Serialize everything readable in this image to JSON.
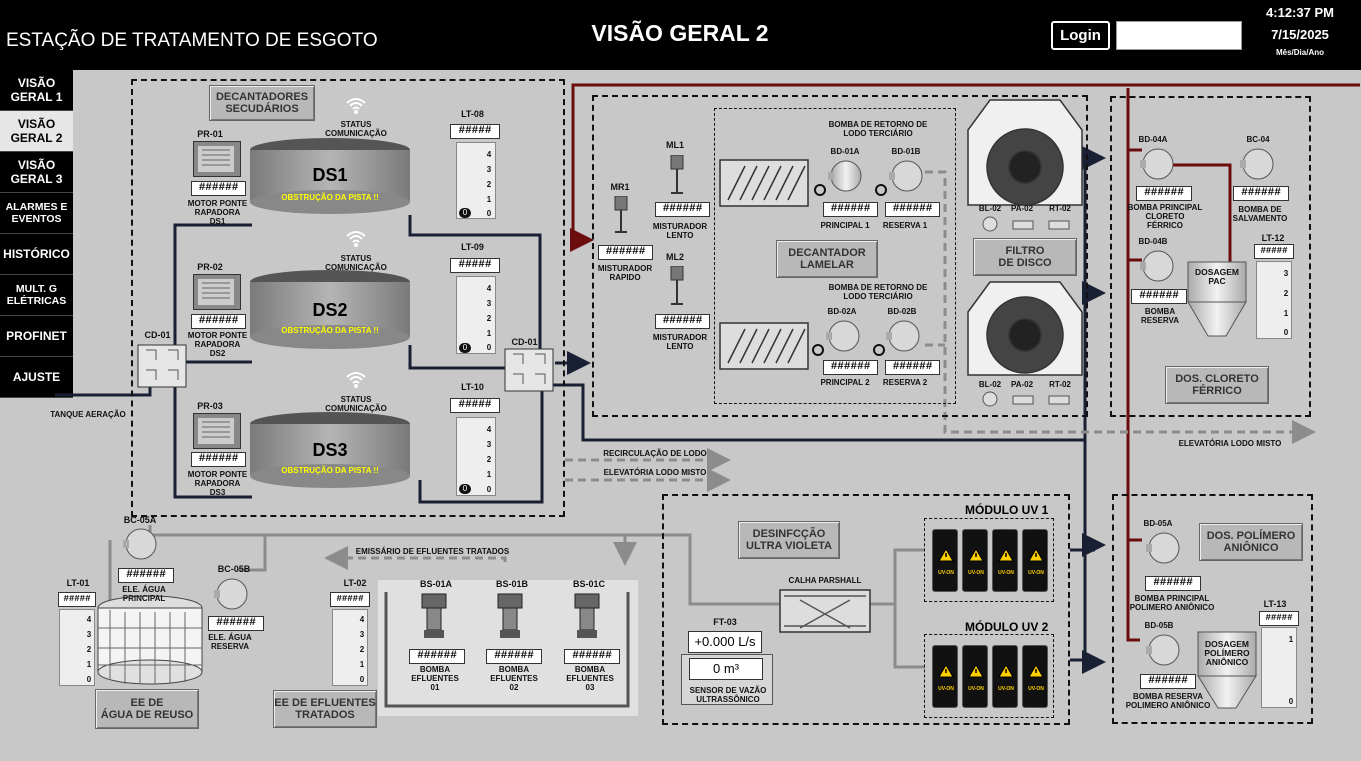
{
  "header": {
    "plant_title": "ESTAÇÃO DE TRATAMENTO DE ESGOTO",
    "screen_title": "VISÃO GERAL 2",
    "login_label": "Login",
    "time": "4:12:37 PM",
    "date": "7/15/2025",
    "date_format": "Mês/Dia/Ano"
  },
  "nav": {
    "items": [
      {
        "label": "VISÃO\nGERAL 1"
      },
      {
        "label": "VISÃO\nGERAL 2"
      },
      {
        "label": "VISÃO\nGERAL 3"
      },
      {
        "label": "ALARMES E\nEVENTOS"
      },
      {
        "label": "HISTÓRICO"
      },
      {
        "label": "MULT. G\nELÉTRICAS"
      },
      {
        "label": "PROFINET"
      },
      {
        "label": "AJUSTE"
      }
    ]
  },
  "colors": {
    "pipe_dark": "#1a2033",
    "pipe_red": "#6b0d0d",
    "pipe_gray": "#8c8c8c",
    "alarm_yellow": "#ffff00"
  },
  "placeholder": "######",
  "decanters": {
    "section_label": "DECANTADORES\nSECUDÁRIOS",
    "items": [
      {
        "name": "DS1",
        "alarm": "OBSTRUÇÃO DA PISTA !!",
        "status": "STATUS\nCOMUNICAÇÃO",
        "motor_tag": "PR-01",
        "motor_label": "MOTOR PONTE\nRAPADORA\nDS1",
        "level_tag": "LT-08",
        "level_value": "#####",
        "scale": [
          "4",
          "3",
          "2",
          "1",
          "0"
        ]
      },
      {
        "name": "DS2",
        "alarm": "OBSTRUÇÃO DA PISTA !!",
        "status": "STATUS\nCOMUNICAÇÃO",
        "motor_tag": "PR-02",
        "motor_label": "MOTOR PONTE\nRAPADORA\nDS2",
        "level_tag": "LT-09",
        "level_value": "#####",
        "scale": [
          "4",
          "3",
          "2",
          "1",
          "0"
        ]
      },
      {
        "name": "DS3",
        "alarm": "OBSTRUÇÃO DA PISTA !!",
        "status": "STATUS\nCOMUNICAÇÃO",
        "motor_tag": "PR-03",
        "motor_label": "MOTOR PONTE\nRAPADORA\nDS3",
        "level_tag": "LT-10",
        "level_value": "#####",
        "scale": [
          "4",
          "3",
          "2",
          "1",
          "0"
        ]
      }
    ],
    "cd_left": "CD-01",
    "cd_right": "CD-01",
    "tank_aeration": "TANQUE AERAÇÃO",
    "recirc": "RECIRCULAÇÃO DE LODO",
    "mixed": "ELEVATÓRIA LODO MISTO"
  },
  "tertiary": {
    "mr1": "MR1",
    "mr1_label": "MISTURADOR\nRAPIDO",
    "ml1": "ML1",
    "ml1_label": "MISTURADOR\nLENTO",
    "ml2": "ML2",
    "ml2_label": "MISTURADOR\nLENTO",
    "pump_title_1": "BOMBA DE RETORNO DE\nLODO TERCIÁRIO",
    "pump_title_2": "BOMBA DE RETORNO DE\nLODO TERCIÁRIO",
    "bd01a": "BD-01A",
    "bd01b": "BD-01B",
    "principal1": "PRINCIPAL 1",
    "reserva1": "RESERVA 1",
    "bd02a": "BD-02A",
    "bd02b": "BD-02B",
    "principal2": "PRINCIPAL 2",
    "reserva2": "RESERVA 2",
    "lamelar": "DECANTADOR\nLAMELAR",
    "filter": "FILTRO\nDE DISCO",
    "bl02": "BL-02",
    "pa02": "PA-02",
    "rt02": "RT-02",
    "mixed_out": "ELEVATÓRIA LODO MISTO"
  },
  "chloride": {
    "bd04a": "BD-04A",
    "bd04a_label": "BOMBA PRINCIPAL\nCLORETO\nFÉRRICO",
    "bc04": "BC-04",
    "bc04_label": "BOMBA  DE\nSALVAMENTO",
    "bd04b": "BD-04B",
    "bd04b_label": "BOMBA\nRESERVA",
    "dosing": "DOSAGEM\nPAC",
    "lt12": "LT-12",
    "lt12_value": "#####",
    "scale": [
      "3",
      "2",
      "1",
      "0"
    ],
    "section_label": "DOS. CLORETO\nFÉRRICO"
  },
  "uv": {
    "section_label": "DESINFCÇÃO\nULTRA VIOLETA",
    "parshall": "CALHA PARSHALL",
    "ft03": "FT-03",
    "flow": "+0.000 L/s",
    "volume": "0 m³",
    "sensor_label": "SENSOR DE VAZÃO\nULTRASSÔNICO",
    "module1": "MÓDULO UV 1",
    "module2": "MÓDULO UV 2",
    "lamp": "UV-ON"
  },
  "polymer": {
    "bd05a": "BD-05A",
    "bd05a_label": "BOMBA PRINCIPAL\nPOLIMERO ANIÔNICO",
    "section_label": "DOS. POLÍMERO\nANIÔNICO",
    "bd05b": "BD-05B",
    "bd05b_label": "BOMBA RESERVA\nPOLIMERO ANIÔNICO",
    "dosing": "DOSAGEM\nPOLÍMERO\nANIÔNICO",
    "lt13": "LT-13",
    "lt13_value": "#####",
    "scale": [
      "1",
      "0"
    ]
  },
  "reuse": {
    "bc05a": "BC-05A",
    "bc05a_label": "ELE. ÁGUA\nPRINCIPAL",
    "bc05b": "BC-05B",
    "bc05b_label": "ELE. ÁGUA\nRESERVA",
    "lt01": "LT-01",
    "lt01_value": "#####",
    "scale": [
      "4",
      "3",
      "2",
      "1",
      "0"
    ],
    "section_label": "EE DE\nÁGUA DE REUSO"
  },
  "effluent": {
    "emissary": "EMISSÁRIO DE EFLUENTES TRATADOS",
    "lt02": "LT-02",
    "lt02_value": "#####",
    "scale": [
      "4",
      "3",
      "2",
      "1",
      "0"
    ],
    "section_label": "EE DE EFLUENTES\nTRATADOS",
    "pumps": [
      {
        "tag": "BS-01A",
        "label": "BOMBA\nEFLUENTES\n01"
      },
      {
        "tag": "BS-01B",
        "label": "BOMBA\nEFLUENTES\n02"
      },
      {
        "tag": "BS-01C",
        "label": "BOMBA\nEFLUENTES\n03"
      }
    ]
  }
}
